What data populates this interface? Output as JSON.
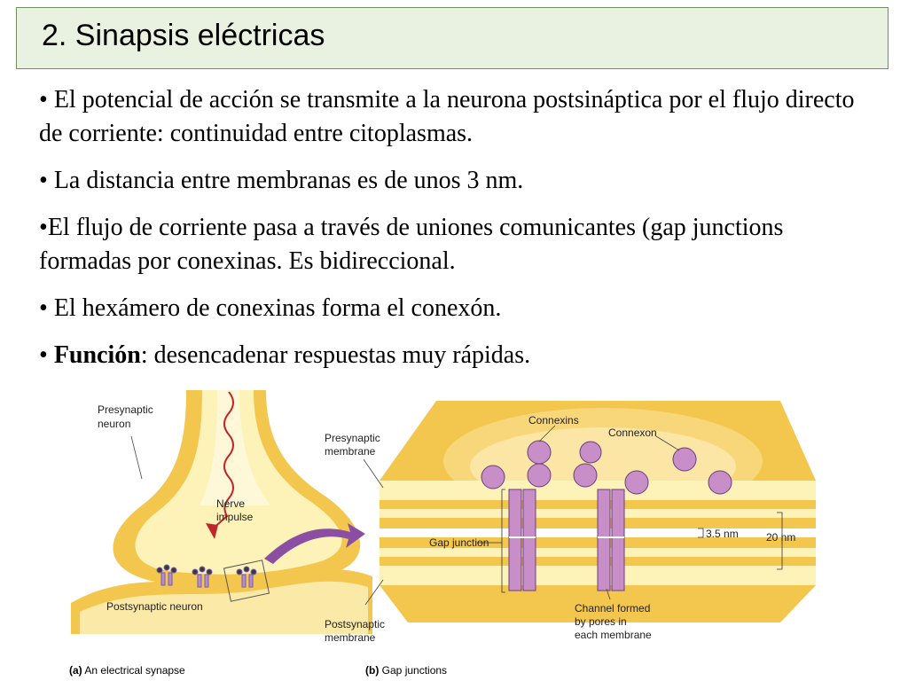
{
  "slide": {
    "title": "2. Sinapsis eléctricas",
    "bullets": [
      {
        "prefix": "• ",
        "bold": "",
        "text": "El potencial de acción se transmite a la neurona postsináptica por el flujo directo de corriente: continuidad entre citoplasmas."
      },
      {
        "prefix": "• ",
        "bold": "",
        "text": "La distancia entre membranas es de unos 3 nm."
      },
      {
        "prefix": "•",
        "bold": "",
        "text": "El flujo de corriente pasa a través de uniones comunicantes (gap junctions formadas por conexinas. Es bidireccional."
      },
      {
        "prefix": "• ",
        "bold": "",
        "text": "El hexámero de conexinas forma el conexón."
      },
      {
        "prefix": "• ",
        "bold": "Función",
        "text": ": desencadenar respuestas muy rápidas."
      }
    ]
  },
  "figure_a": {
    "presynaptic_neuron": [
      "Presynaptic",
      "neuron"
    ],
    "nerve_impulse": [
      "Nerve",
      "impulse"
    ],
    "postsynaptic_neuron": "Postsynaptic neuron",
    "caption_letter": "(a)",
    "caption": "An electrical synapse"
  },
  "figure_b": {
    "presynaptic_membrane": [
      "Presynaptic",
      "membrane"
    ],
    "connexins": "Connexins",
    "connexon": "Connexon",
    "gap_junction": "Gap junction",
    "dist_small": "3.5 nm",
    "dist_large": "20 nm",
    "postsynaptic_membrane": [
      "Postsynaptic",
      "membrane"
    ],
    "channel": [
      "Channel formed",
      "by pores in",
      "each membrane"
    ],
    "caption_letter": "(b)",
    "caption": "Gap junctions"
  },
  "colors": {
    "title_bg": "#e9f2e1",
    "membrane_yellow": "#f3c64e",
    "membrane_cream": "#fdf2b8",
    "connexon_purple": "#c88ec8",
    "arrow_purple": "#8a4fa2"
  }
}
